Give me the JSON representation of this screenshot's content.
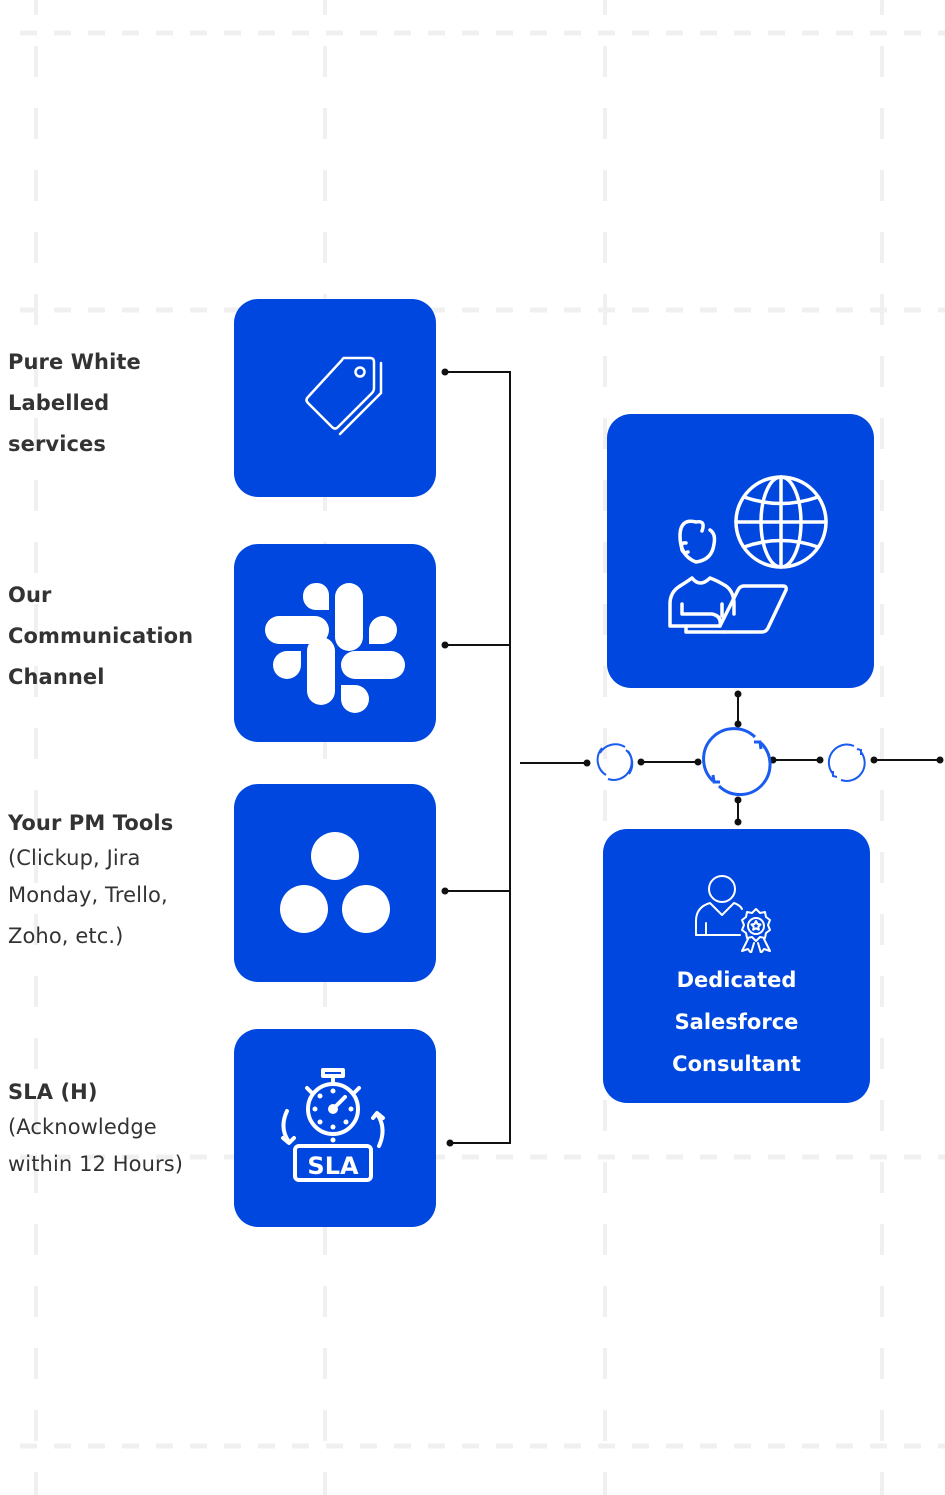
{
  "colors": {
    "tile_blue": "#0047e0",
    "label_text": "#333333",
    "connector": "#111111",
    "sync_blue": "#1a5cf0",
    "grid": "#f1f1f1"
  },
  "services": [
    {
      "id": "white-label",
      "icon": "price-tag-icon",
      "title_lines": [
        "Pure White",
        "Labelled",
        "services"
      ],
      "detail_lines": []
    },
    {
      "id": "communication",
      "icon": "slack-icon",
      "title_lines": [
        "Our",
        "Communication",
        "Channel"
      ],
      "detail_lines": []
    },
    {
      "id": "pm-tools",
      "icon": "asana-icon",
      "title_lines": [
        "Your PM Tools"
      ],
      "detail_lines": [
        "(Clickup, Jira",
        "Monday, Trello,",
        "Zoho, etc.)"
      ]
    },
    {
      "id": "sla",
      "icon": "sla-stopwatch-icon",
      "title_lines": [
        "SLA (H)"
      ],
      "detail_lines": [
        "(Acknowledge",
        "within 12 Hours)"
      ],
      "icon_text": "SLA"
    }
  ],
  "hub": {
    "top_tile_icon": "remote-worker-globe-icon",
    "bottom_tile_icon": "certified-consultant-icon",
    "consultant_lines": [
      "Dedicated",
      "Salesforce",
      "Consultant"
    ],
    "sync_icons": [
      "sync-small-left-icon",
      "sync-large-center-icon",
      "sync-small-right-icon"
    ]
  }
}
